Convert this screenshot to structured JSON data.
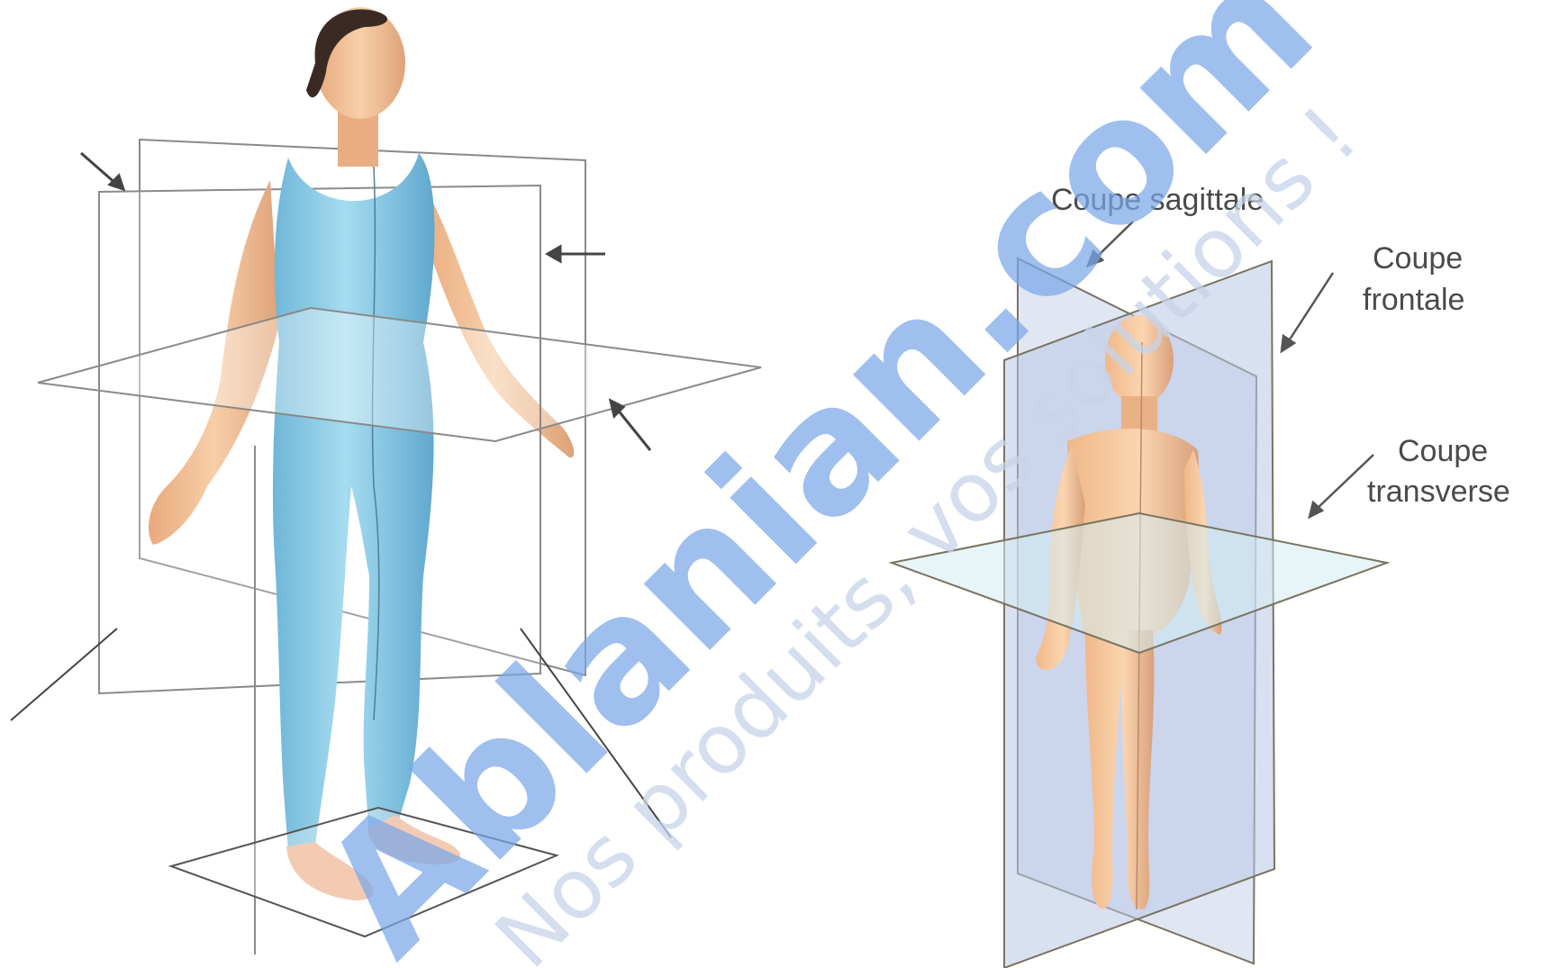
{
  "labels": {
    "sagittal": "Coupe sagittale",
    "frontal_line1": "Coupe",
    "frontal_line2": "frontale",
    "transverse_line1": "Coupe",
    "transverse_line2": "transverse"
  },
  "watermark": {
    "brand": "Ablanian.com",
    "tagline": "Nos produits, vos solutions !"
  },
  "colors": {
    "bodysuit": "#8ecbe6",
    "skin": "#f2c29a",
    "plane_line": "#6b6b6b",
    "watermark": "#7aa6e8"
  }
}
